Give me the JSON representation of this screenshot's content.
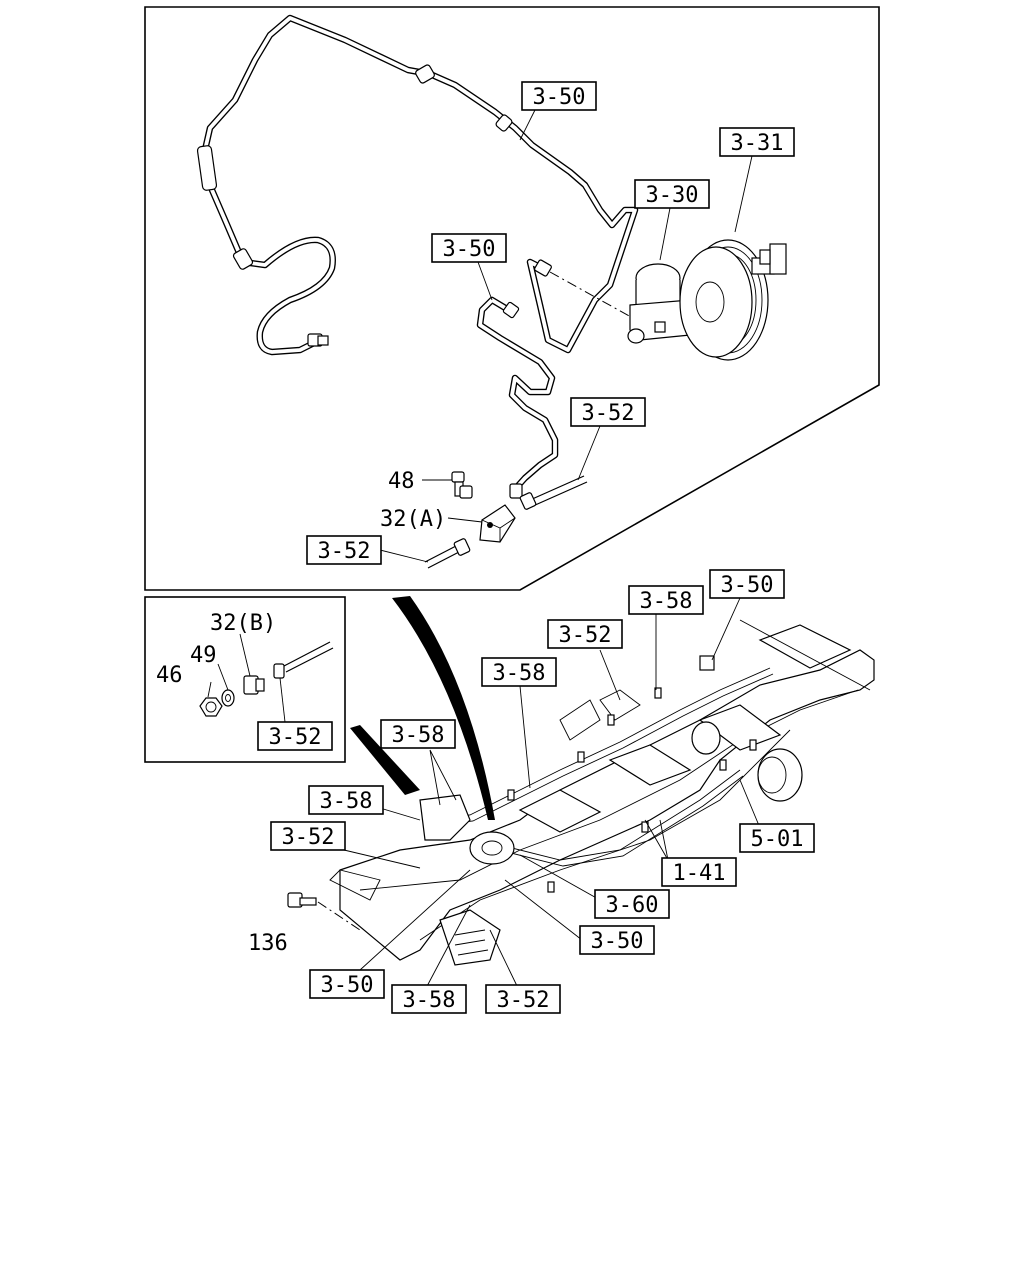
{
  "diagram": {
    "callouts": [
      {
        "id": "c1",
        "text": "3-50"
      },
      {
        "id": "c2",
        "text": "3-31"
      },
      {
        "id": "c3",
        "text": "3-30"
      },
      {
        "id": "c4",
        "text": "3-50"
      },
      {
        "id": "c5",
        "text": "3-52"
      },
      {
        "id": "c6",
        "text": "48"
      },
      {
        "id": "c7",
        "text": "32(A)"
      },
      {
        "id": "c8",
        "text": "3-52"
      },
      {
        "id": "c9",
        "text": "32(B)"
      },
      {
        "id": "c10",
        "text": "49"
      },
      {
        "id": "c11",
        "text": "46"
      },
      {
        "id": "c12",
        "text": "3-52"
      },
      {
        "id": "c13",
        "text": "3-58"
      },
      {
        "id": "c14",
        "text": "3-50"
      },
      {
        "id": "c15",
        "text": "3-52"
      },
      {
        "id": "c16",
        "text": "3-58"
      },
      {
        "id": "c17",
        "text": "3-58"
      },
      {
        "id": "c18",
        "text": "3-58"
      },
      {
        "id": "c19",
        "text": "3-52"
      },
      {
        "id": "c20",
        "text": "136"
      },
      {
        "id": "c21",
        "text": "5-01"
      },
      {
        "id": "c22",
        "text": "1-41"
      },
      {
        "id": "c23",
        "text": "3-60"
      },
      {
        "id": "c24",
        "text": "3-50"
      },
      {
        "id": "c25",
        "text": "3-50"
      },
      {
        "id": "c26",
        "text": "3-58"
      },
      {
        "id": "c27",
        "text": "3-52"
      }
    ]
  }
}
